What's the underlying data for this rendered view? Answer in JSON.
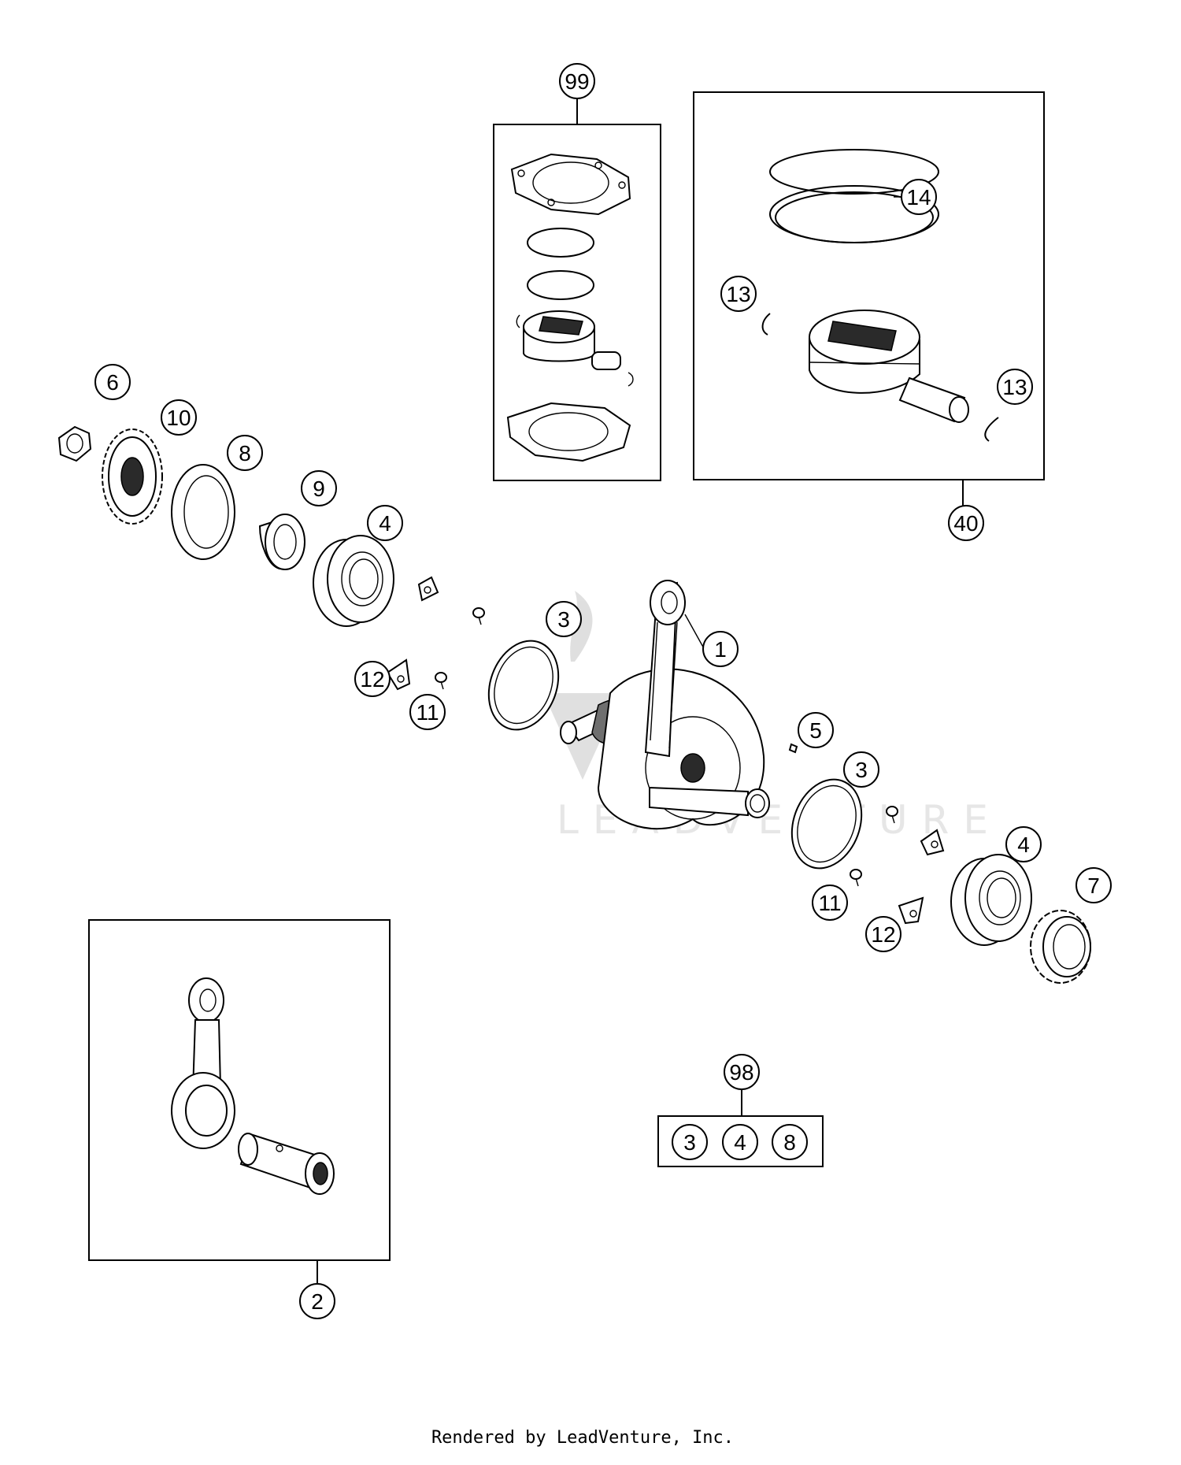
{
  "callouts": {
    "c1": "1",
    "c2": "2",
    "c3a": "3",
    "c3b": "3",
    "c4a": "4",
    "c4b": "4",
    "c5": "5",
    "c6": "6",
    "c7": "7",
    "c8": "8",
    "c9": "9",
    "c10": "10",
    "c11a": "11",
    "c11b": "11",
    "c12a": "12",
    "c12b": "12",
    "c13a": "13",
    "c13b": "13",
    "c14": "14",
    "c40": "40",
    "c98": "98",
    "c99": "99",
    "k98_3": "3",
    "k98_4": "4",
    "k98_8": "8"
  },
  "watermark": "LEADVENTURE",
  "footer": "Rendered by LeadVenture, Inc."
}
